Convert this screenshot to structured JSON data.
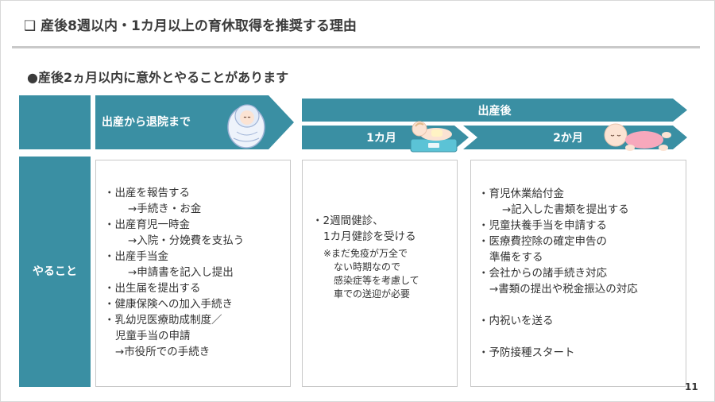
{
  "slide": {
    "title": "❑ 産後8週以内・1カ月以上の育休取得を推奨する理由",
    "subtitle": "●産後2ヵ月以内に意外とやることがあります",
    "page_number": "11"
  },
  "timeline": {
    "phase1": "出産から退院まで",
    "phase2": "出産後",
    "month1": "1カ月",
    "month2": "2か月"
  },
  "row_label": "やること",
  "col1": [
    "・出産を報告する",
    "→手続き・お金",
    "・出産育児一時金",
    "→入院・分娩費を支払う",
    "・出産手当金",
    "→申請書を記入し提出",
    "・出生届を提出する",
    "・健康保険への加入手続き",
    "・乳幼児医療助成制度／",
    "児童手当の申請",
    "→市役所での手続き"
  ],
  "col2": {
    "lines": [
      "・2週間健診、",
      "1カ月健診を受ける"
    ],
    "note": [
      "※まだ免疫が万全で",
      "ない時期なので",
      "感染症等を考慮して",
      "車での送迎が必要"
    ]
  },
  "col3": [
    "・育児休業給付金",
    "→記入した書類を提出する",
    "・児童扶養手当を申請する",
    "・医療費控除の確定申告の",
    "準備をする",
    "・会社からの諸手続き対応",
    "→書類の提出や税金振込の対応",
    "・内祝いを送る",
    "・予防接種スタート"
  ],
  "colors": {
    "teal": "#3a8fa3",
    "border": "#c8c8c8"
  },
  "icons": [
    "swaddled-baby-icon",
    "baby-on-scale-icon",
    "crawling-baby-icon"
  ]
}
